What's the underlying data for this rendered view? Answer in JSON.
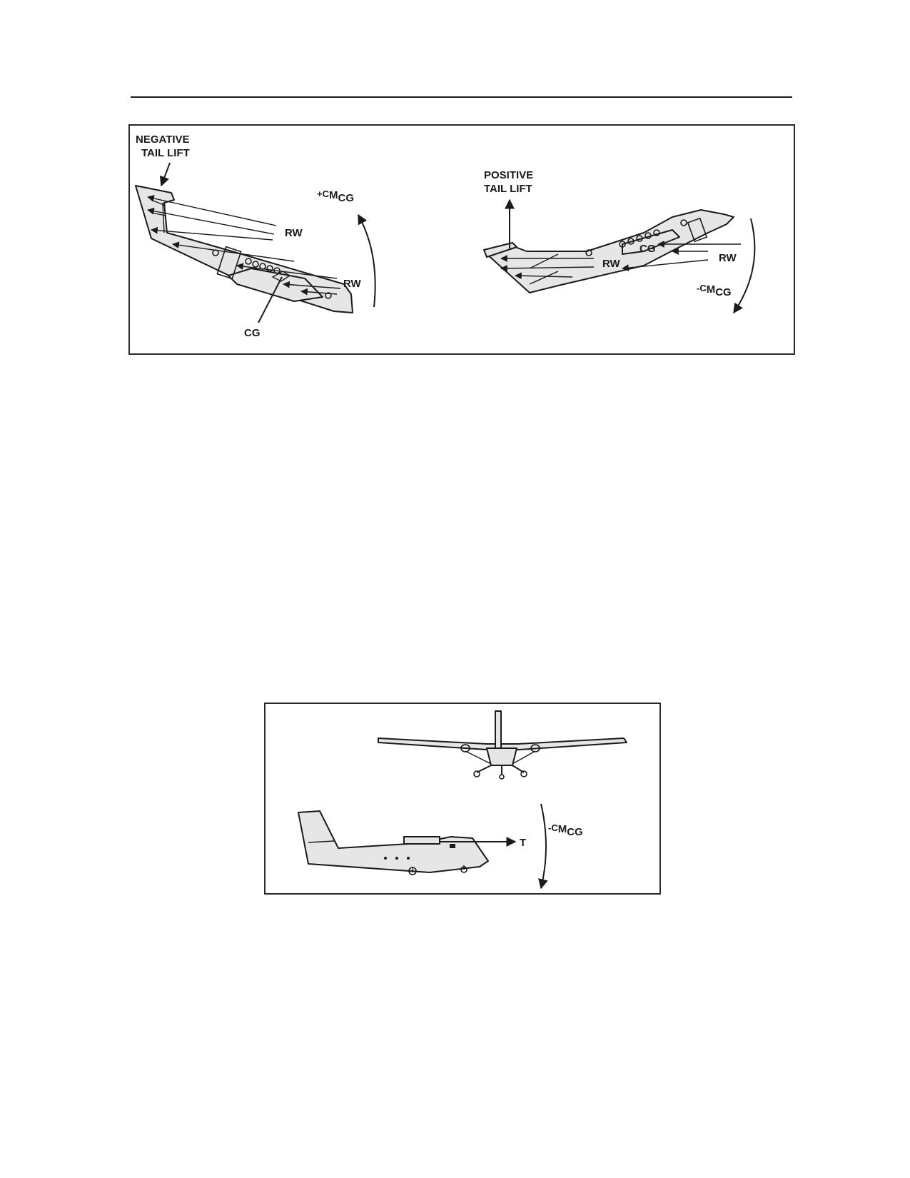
{
  "figure1": {
    "left": {
      "tail_label_line1": "NEGATIVE",
      "tail_label_line2": "TAIL LIFT",
      "rw_label_a": "RW",
      "rw_label_b": "RW",
      "cg_label": "CG",
      "moment_sign": "+C",
      "moment_m": "M",
      "moment_sub": "CG"
    },
    "right": {
      "tail_label_line1": "POSITIVE",
      "tail_label_line2": "TAIL LIFT",
      "cg_label": "CG",
      "rw_label_a": "RW",
      "rw_label_b": "RW",
      "moment_sign": "-C",
      "moment_m": "M",
      "moment_sub": "CG"
    }
  },
  "figure2": {
    "thrust_label": "T",
    "moment_sign": "-C",
    "moment_m": "M",
    "moment_sub": "CG"
  }
}
